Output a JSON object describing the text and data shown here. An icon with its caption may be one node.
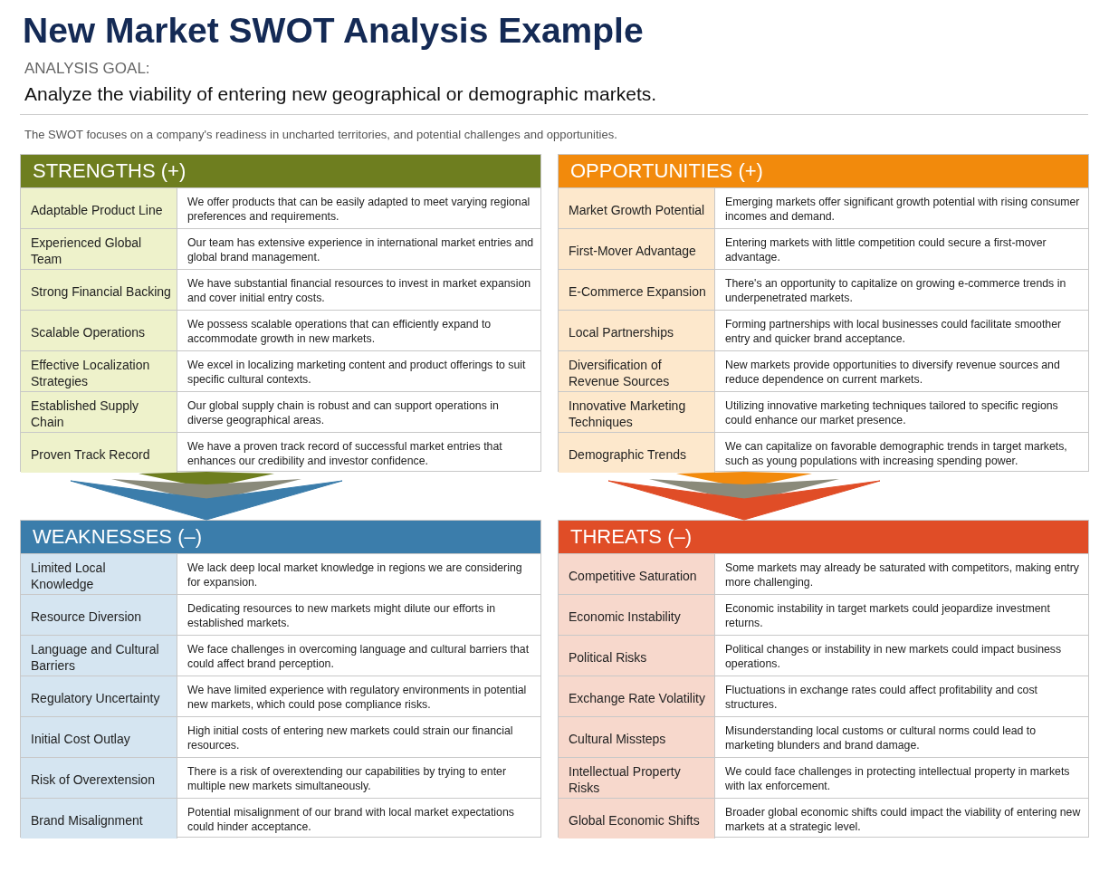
{
  "diagram": {
    "title": "New Market SWOT Analysis Example",
    "nodes": [
      {
        "text": [
          "STRENGTHS (+)"
        ]
      },
      {
        "text": [
          "Adaptable Product Line",
          "We offer products that can be easily adapted to meet varying regional preferences and requirements."
        ],
        "in": 0
      },
      {
        "text": [
          "Experienced Global Team",
          "Our team has extensive experience in international market entries and global brand management."
        ],
        "in": 0
      },
      {
        "text": [
          "Strong Financial Backing",
          "We have substantial financial resources to invest in market expansion and cover initial entry costs."
        ],
        "in": 0
      },
      {
        "text": [
          "Scalable Operations",
          "We possess scalable operations that can efficiently expand to accommodate growth in new markets."
        ],
        "in": 0
      },
      {
        "text": [
          "Effective Localization Strategies",
          "We excel in localizing marketing content and product offerings to suit specific cultural contexts."
        ],
        "in": 0
      },
      {
        "text": [
          "Established Supply Chain",
          "Our global supply chain is robust and can support operations in diverse geographical areas."
        ],
        "in": 0
      },
      {
        "text": [
          "Proven Track Record",
          "We have a proven track record of successful market entries that enhances our credibility and investor confidence."
        ],
        "in": 0
      },
      {
        "text": [
          "OPPORTUNITIES (+)"
        ]
      },
      {
        "text": [
          "Market Growth Potential",
          "Emerging markets offer significant growth potential with rising consumer incomes and demand."
        ],
        "in": 8
      },
      {
        "text": [
          "First-Mover Advantage",
          "Entering markets with little competition could secure a first-mover advantage."
        ],
        "in": 8
      },
      {
        "text": [
          "E-Commerce Expansion",
          "There's an opportunity to capitalize on growing e-commerce trends in underpenetrated markets."
        ],
        "in": 8
      },
      {
        "text": [
          "Local Partnerships",
          "Forming partnerships with local businesses could facilitate smoother entry and quicker brand acceptance."
        ],
        "in": 8
      },
      {
        "text": [
          "Diversification of Revenue Sources",
          "New markets provide opportunities to diversify revenue sources and reduce dependence on current markets."
        ],
        "in": 8
      },
      {
        "text": [
          "Innovative Marketing Techniques",
          "Utilizing innovative marketing techniques tailored to specific regions could enhance our market presence."
        ],
        "in": 8
      },
      {
        "text": [
          "Demographic Trends",
          "We can capitalize on favorable demographic trends in target markets, such as young populations with increasing spending power."
        ],
        "in": 8
      },
      {
        "text": [
          "WEAKNESSES (–)"
        ]
      },
      {
        "text": [
          "Limited Local Knowledge",
          "We lack deep local market knowledge in regions we are considering for expansion."
        ],
        "in": 16
      },
      {
        "text": [
          "Resource Diversion",
          "Dedicating resources to new markets might dilute our efforts in established markets."
        ],
        "in": 16
      },
      {
        "text": [
          "Language and Cultural Barriers",
          "We face challenges in overcoming language and cultural barriers that could affect brand perception."
        ],
        "in": 16
      },
      {
        "text": [
          "Regulatory Uncertainty",
          "We have limited experience with regulatory environments in potential new markets, which could pose compliance risks."
        ],
        "in": 16
      },
      {
        "text": [
          "Initial Cost Outlay",
          "High initial costs of entering new markets could strain our financial resources."
        ],
        "in": 16
      },
      {
        "text": [
          "Risk of Overextension",
          "There is a risk of overextending our capabilities by trying to enter multiple new markets simultaneously."
        ],
        "in": 16
      },
      {
        "text": [
          "Brand Misalignment",
          "Potential misalignment of our brand with local market expectations could hinder acceptance."
        ],
        "in": 16
      },
      {
        "text": [
          "THREATS (–)"
        ]
      },
      {
        "text": [
          "Competitive Saturation",
          "Some markets may already be saturated with competitors, making entry more challenging."
        ],
        "in": 24
      },
      {
        "text": [
          "Economic Instability",
          "Economic instability in target markets could jeopardize investment returns."
        ],
        "in": 24
      },
      {
        "text": [
          "Political Risks",
          "Political changes or instability in new markets could impact business operations."
        ],
        "in": 24
      },
      {
        "text": [
          "Exchange Rate Volatility",
          "Fluctuations in exchange rates could affect profitability and cost structures."
        ],
        "in": 24
      },
      {
        "text": [
          "Cultural Missteps",
          "Misunderstanding local customs or cultural norms could lead to marketing blunders and brand damage."
        ],
        "in": 24
      },
      {
        "text": [
          "Intellectual Property Risks",
          "We could face challenges in protecting intellectual property in markets with lax enforcement."
        ],
        "in": 24
      },
      {
        "text": [
          "Global Economic Shifts",
          "Broader global economic shifts could impact the viability of entering new markets at a strategic level."
        ],
        "in": 24
      }
    ],
    "edges": [
      {
        "from": 0,
        "to": 16,
        "arrow": "to"
      },
      {
        "from": 8,
        "to": 24,
        "arrow": "to"
      }
    ],
    "labels": [
      "ANALYSIS GOAL:",
      "Analyze the viability of entering new geographical or demographic markets.",
      "The SWOT focuses on a company's readiness in uncharted territories, and potential challenges and opportunities."
    ]
  }
}
